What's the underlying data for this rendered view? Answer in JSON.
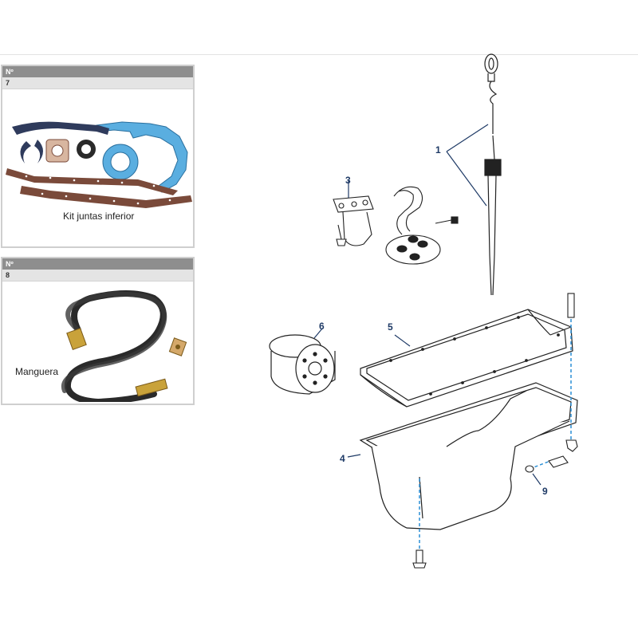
{
  "cards": [
    {
      "header": "Nº",
      "number": "7",
      "caption": "Kit juntas inferior"
    },
    {
      "header": "Nº",
      "number": "8",
      "caption": "Manguera"
    }
  ],
  "callouts": [
    "1",
    "3",
    "6",
    "5",
    "4",
    "9"
  ],
  "colors": {
    "callout": "#1e3a66",
    "guide": "#2b8fd6",
    "gasket_blue": "#5aaee0",
    "cork": "#7a4a3a",
    "hose": "#2a2a2a",
    "brass": "#c9a23a"
  }
}
